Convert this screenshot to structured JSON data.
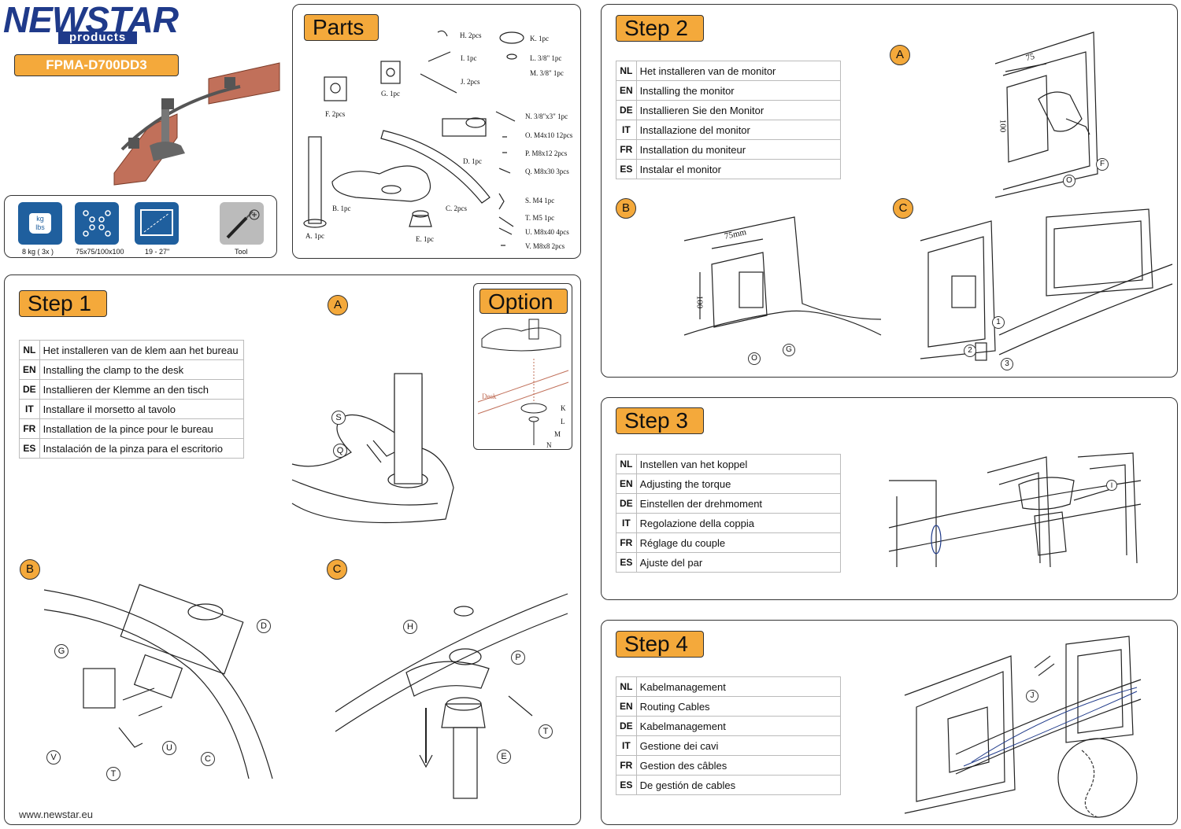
{
  "brand": {
    "name": "NEWSTAR",
    "sub": "products",
    "model": "FPMA-D700DD3",
    "url": "www.newstar.eu"
  },
  "specs": [
    {
      "icon": "weight-icon",
      "label": "8 kg  ( 3x )"
    },
    {
      "icon": "vesa-pattern-icon",
      "label": "75x75/100x100"
    },
    {
      "icon": "screen-size-icon",
      "label": "19 - 27\""
    },
    {
      "icon": "screwdriver-icon",
      "label": "Tool"
    }
  ],
  "parts": {
    "title": "Parts",
    "items": [
      "A. 1pc",
      "B. 1pc",
      "C. 2pcs",
      "D. 1pc",
      "E. 1pc",
      "F. 2pcs",
      "G. 1pc",
      "H. 2pcs",
      "I. 1pc",
      "J. 2pcs",
      "K. 1pc",
      "L. 3/8\"  1pc",
      "M. 3/8\"  1pc",
      "N. 3/8\"x3\"  1pc",
      "O. M4x10  12pcs",
      "P. M8x12  2pcs",
      "Q. M8x30  3pcs",
      "S. M4  1pc",
      "T. M5  1pc",
      "U. M8x40  4pcs",
      "V. M8x8  2pcs"
    ]
  },
  "step1": {
    "title": "Step 1",
    "rows": [
      [
        "NL",
        "Het installeren van de klem aan het bureau"
      ],
      [
        "EN",
        "Installing the clamp to the desk"
      ],
      [
        "DE",
        "Installieren der Klemme an den tisch"
      ],
      [
        "IT",
        "Installare il morsetto al tavolo"
      ],
      [
        "FR",
        "Installation de la pince pour le bureau"
      ],
      [
        "ES",
        "Instalación de la pinza para el escritorio"
      ]
    ],
    "subs": [
      "A",
      "B",
      "C"
    ],
    "labels": {
      "S": "S",
      "Q": "Q",
      "D": "D",
      "G": "G",
      "V": "V",
      "T": "T",
      "U": "U",
      "C": "C",
      "H": "H",
      "P": "P",
      "E": "E",
      "T2": "T"
    }
  },
  "option": {
    "title": "Option",
    "desk": "Desk",
    "labels": [
      "K",
      "L",
      "M",
      "N"
    ]
  },
  "step2": {
    "title": "Step 2",
    "rows": [
      [
        "NL",
        "Het installeren van de monitor"
      ],
      [
        "EN",
        "Installing the monitor"
      ],
      [
        "DE",
        "Installieren Sie den Monitor"
      ],
      [
        "IT",
        "Installazione del monitor"
      ],
      [
        "FR",
        "Installation du moniteur"
      ],
      [
        "ES",
        "Instalar el monitor"
      ]
    ],
    "subs": [
      "A",
      "B",
      "C"
    ],
    "dims": {
      "a_w": "75",
      "a_h": "100",
      "b_w": "75mm",
      "b_h": "100"
    },
    "labels": {
      "O": "O",
      "F": "F",
      "O2": "O",
      "G": "G",
      "n1": "1",
      "n2": "2",
      "n3": "3"
    }
  },
  "step3": {
    "title": "Step 3",
    "rows": [
      [
        "NL",
        "Instellen van het koppel"
      ],
      [
        "EN",
        "Adjusting the torque"
      ],
      [
        "DE",
        "Einstellen der drehmoment"
      ],
      [
        "IT",
        "Regolazione della coppia"
      ],
      [
        "FR",
        "Réglage du couple"
      ],
      [
        "ES",
        "Ajuste del par"
      ]
    ],
    "labels": {
      "I": "I"
    }
  },
  "step4": {
    "title": "Step 4",
    "rows": [
      [
        "NL",
        "Kabelmanagement"
      ],
      [
        "EN",
        "Routing Cables"
      ],
      [
        "DE",
        "Kabelmanagement"
      ],
      [
        "IT",
        "Gestione dei cavi"
      ],
      [
        "FR",
        "Gestion des câbles"
      ],
      [
        "ES",
        "De gestión de cables"
      ]
    ],
    "labels": {
      "J": "J"
    }
  },
  "colors": {
    "accent": "#f4a93b",
    "brand": "#1f3a8a",
    "icon_bg": "#1f5f9e",
    "monitor": "#c1705a"
  }
}
